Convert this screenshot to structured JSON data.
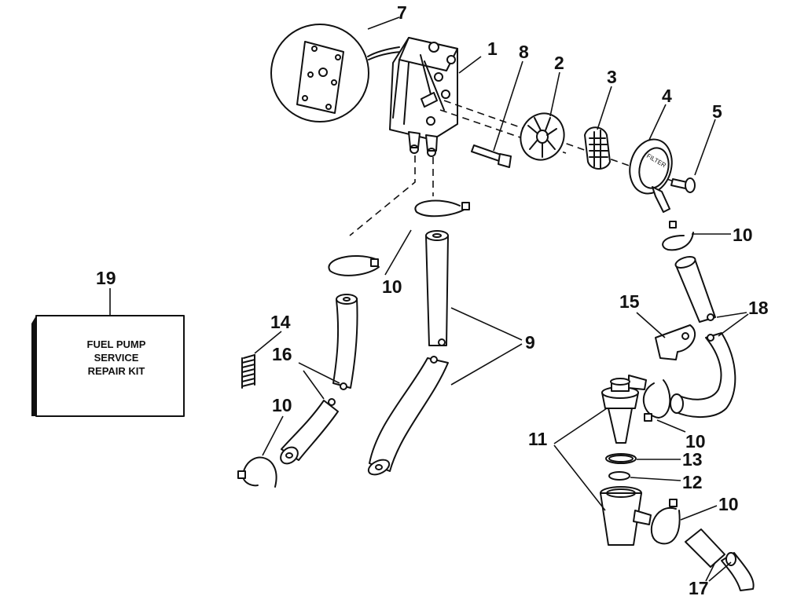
{
  "diagram": {
    "callouts": {
      "c1": "1",
      "c2": "2",
      "c3": "3",
      "c4": "4",
      "c5": "5",
      "c7": "7",
      "c8": "8",
      "c9": "9",
      "c10a": "10",
      "c10b": "10",
      "c10c": "10",
      "c10d": "10",
      "c10e": "10",
      "c11": "11",
      "c12": "12",
      "c13": "13",
      "c14": "14",
      "c15": "15",
      "c16": "16",
      "c17": "17",
      "c18": "18",
      "c19": "19"
    },
    "kit_box": {
      "line1": "FUEL PUMP",
      "line2": "SERVICE",
      "line3": "REPAIR KIT"
    },
    "filter_cover_text": "FILTER"
  }
}
